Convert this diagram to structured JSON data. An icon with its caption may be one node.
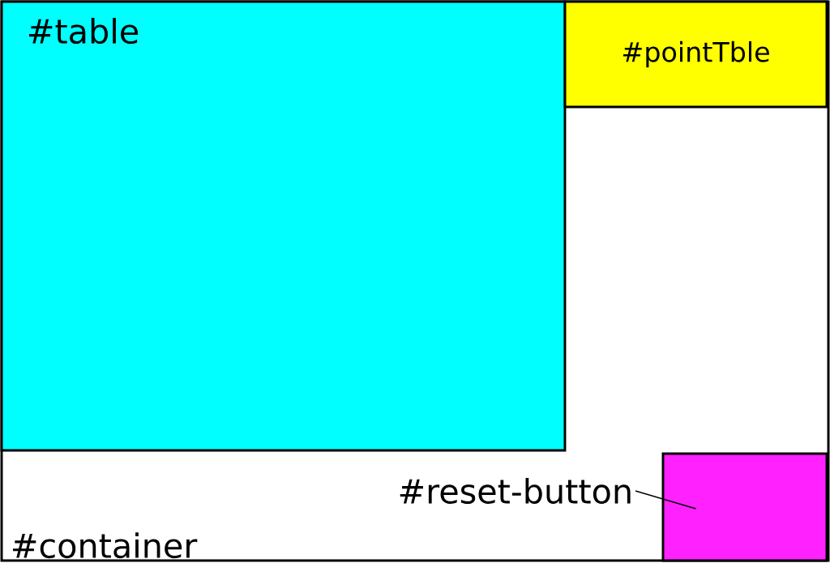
{
  "diagram": {
    "nodes": [
      {
        "text": [
          "#container"
        ]
      },
      {
        "text": [
          "#table"
        ],
        "in": 0
      },
      {
        "text": [
          "#pointTble"
        ],
        "in": 0
      },
      {
        "text": [
          "#reset-button"
        ],
        "in": 0
      },
      {
        "text": [],
        "shape": "box",
        "in": 0
      }
    ],
    "edges": [
      {
        "from": 3,
        "to": 4,
        "arrow": "none"
      }
    ]
  }
}
